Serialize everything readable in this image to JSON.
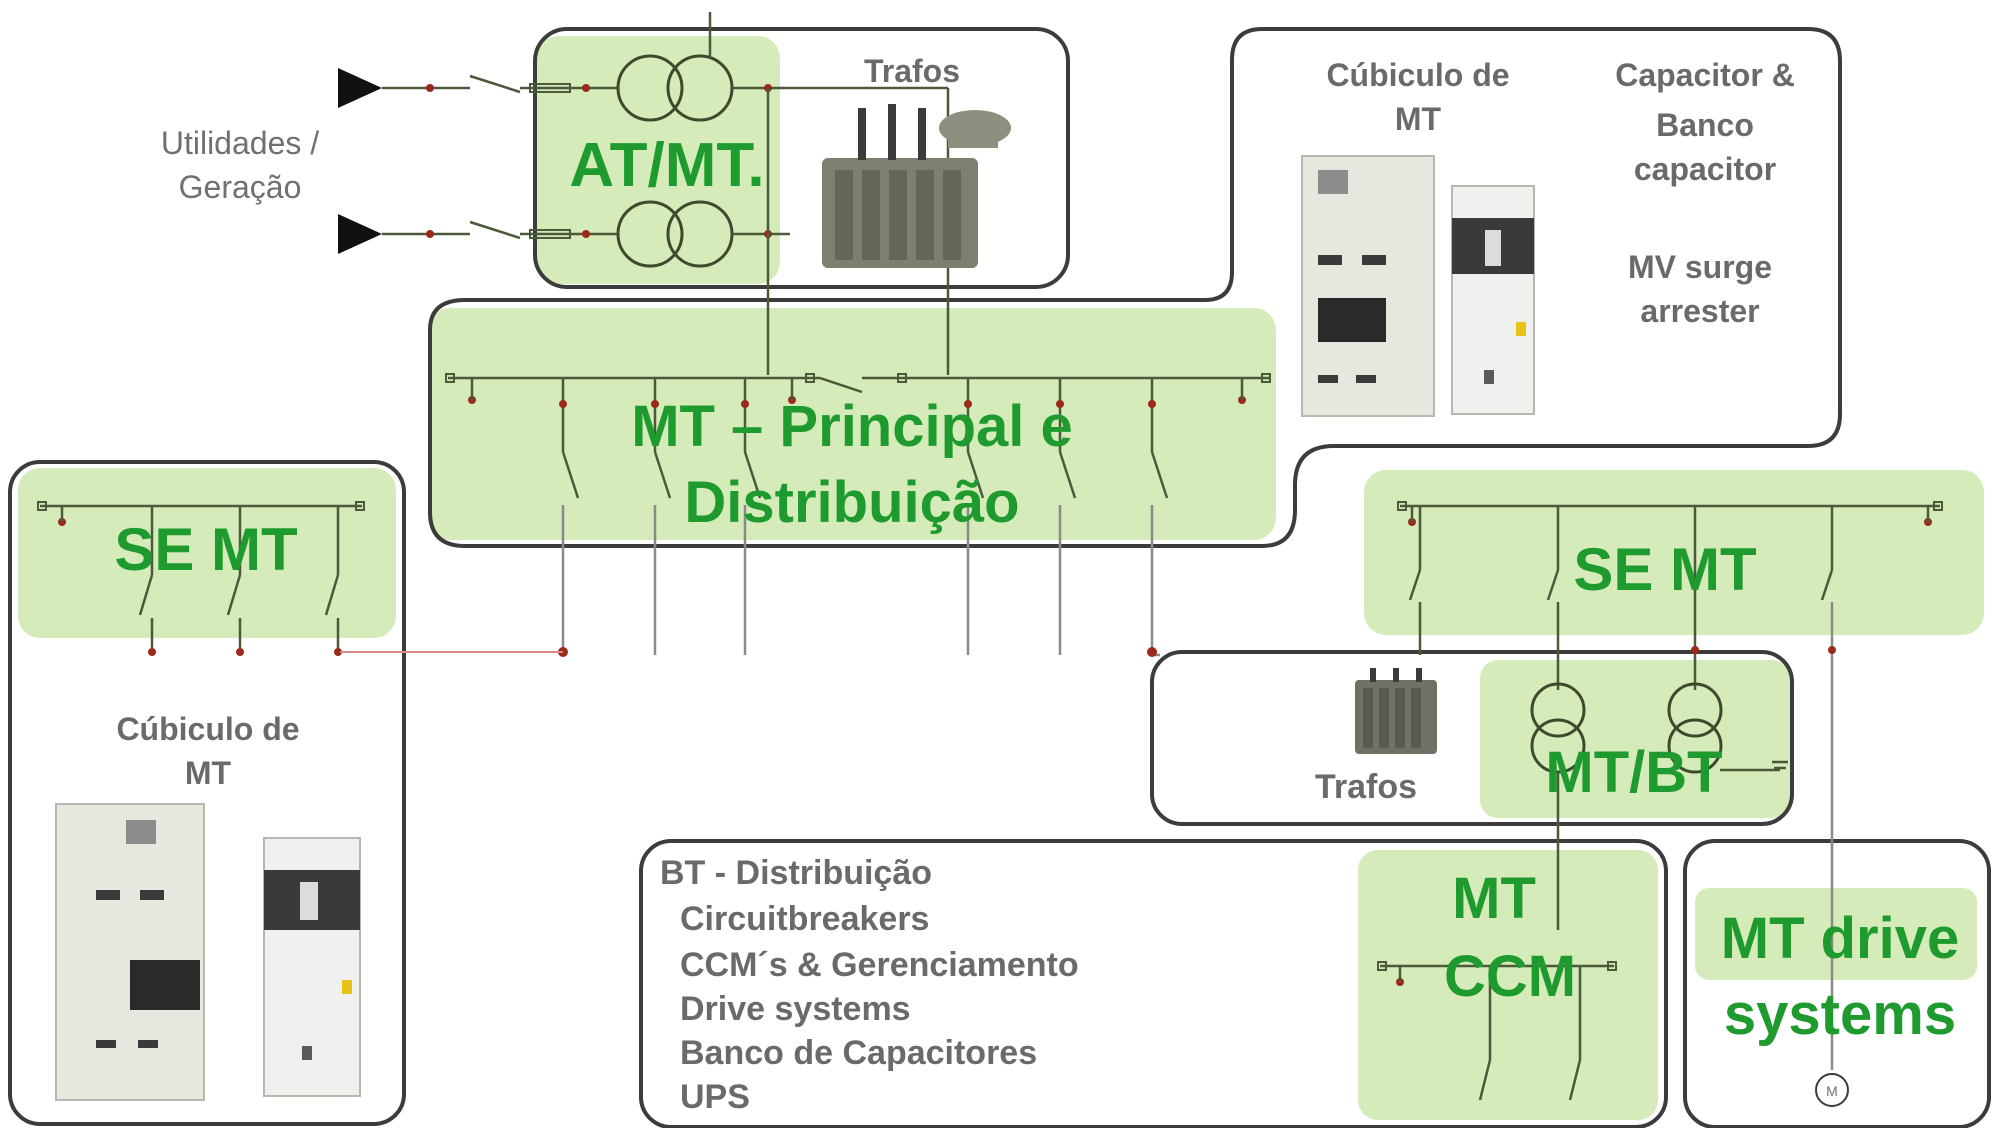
{
  "labels": {
    "utilidades_line1": "Utilidades /",
    "utilidades_line2": "Geração",
    "trafos_top": "Trafos",
    "at_mt": "AT/MT.",
    "cubiculo_top_line1": "Cúbiculo de",
    "cubiculo_top_line2": "MT",
    "capacitor_line1": "Capacitor &",
    "capacitor_line2": "Banco",
    "capacitor_line3": "capacitor",
    "surge_line1": "MV surge",
    "surge_line2": "arrester",
    "mt_principal_line1": "MT – Principal e",
    "mt_principal_line2": "Distribuição",
    "se_mt_left": "SE MT",
    "se_mt_right": "SE MT",
    "cubiculo_left_line1": "Cúbiculo de",
    "cubiculo_left_line2": "MT",
    "trafos_bottom": "Trafos",
    "mt_bt": "MT/BT",
    "mt_ccm_line1": "MT",
    "mt_ccm_line2": "CCM",
    "mt_drive_line1": "MT drive",
    "mt_drive_line2": "systems",
    "motor_symbol": "M"
  },
  "bt_list": {
    "heading": "BT - Distribuição",
    "items": [
      "Circuitbreakers",
      "CCM´s & Gerenciamento",
      "Drive systems",
      "Banco de Capacitores",
      "UPS"
    ]
  },
  "colors": {
    "zone_fill": "#c9e5a7",
    "zone_text": "#1e9a2e",
    "label_text": "#6a6a6a",
    "frame": "#3c3c3c"
  }
}
